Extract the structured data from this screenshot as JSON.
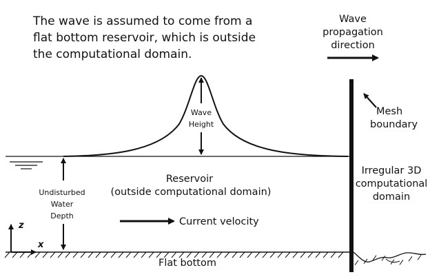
{
  "intro_note": {
    "lines": [
      "The wave is assumed to come from a",
      "flat bottom reservoir, which is outside",
      "the computational domain."
    ]
  },
  "propagation": {
    "lines": [
      "Wave",
      "propagation",
      "direction"
    ]
  },
  "wave_height": {
    "lines": [
      "Wave",
      "Height"
    ]
  },
  "mesh_boundary": {
    "lines": [
      "Mesh",
      "boundary"
    ]
  },
  "reservoir": {
    "lines": [
      "Reservoir",
      "(outside computational domain)"
    ]
  },
  "irregular_domain": {
    "lines": [
      "Irregular 3D",
      "computational",
      "domain"
    ]
  },
  "water_depth": {
    "lines": [
      "Undisturbed",
      "Water",
      "Depth"
    ]
  },
  "current": {
    "label": "Current velocity"
  },
  "axes": {
    "z": "z",
    "x": "x"
  },
  "bottom": {
    "label": "Flat bottom"
  }
}
